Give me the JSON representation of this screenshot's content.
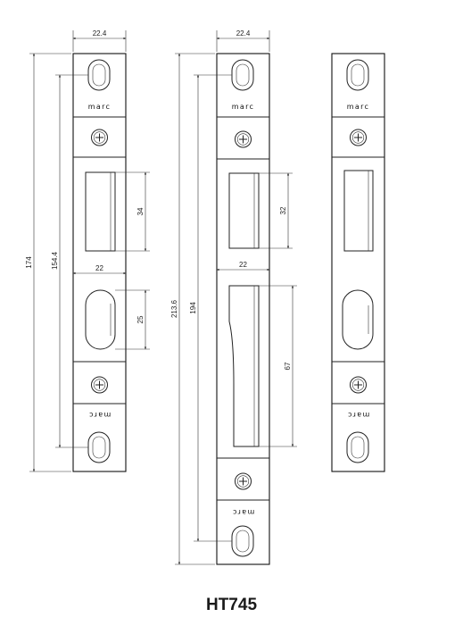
{
  "product": {
    "code": "HT745"
  },
  "brand": {
    "mark": "marc"
  },
  "plate_left": {
    "width_dim": "22.4",
    "overall_length_dim": "174",
    "hole_centers_dim": "154.4",
    "upper_cutout_dim": "34",
    "inner_width_dim": "22",
    "oval_cutout_dim": "25"
  },
  "plate_middle": {
    "width_dim": "22.4",
    "overall_length_dim": "213.6",
    "hole_centers_dim": "194",
    "upper_cutout_dim": "32",
    "inner_width_dim": "22",
    "long_cutout_dim": "67"
  }
}
